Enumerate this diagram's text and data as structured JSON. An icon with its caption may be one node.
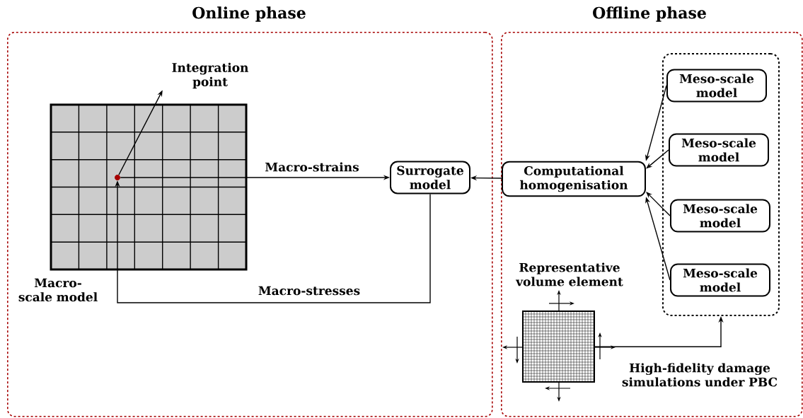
{
  "diagram": {
    "nodes": [
      {
        "text": [
          "Online phase"
        ]
      },
      {
        "text": [
          "Offline phase"
        ]
      },
      {
        "text": [
          "Macro-scale model"
        ],
        "in": 0
      },
      {
        "text": [
          "Integration point"
        ],
        "in": 0
      },
      {
        "text": [],
        "shape": "circle",
        "in": 2
      },
      {
        "text": [
          "Surrogate model"
        ],
        "in": 0
      },
      {
        "text": [
          "Computational homogenisation"
        ],
        "in": 1
      },
      {
        "text": [],
        "shape": "box",
        "in": 1
      },
      {
        "text": [
          "Meso-scale model"
        ],
        "in": 7
      },
      {
        "text": [
          "Meso-scale model"
        ],
        "in": 7
      },
      {
        "text": [
          "Meso-scale model"
        ],
        "in": 7
      },
      {
        "text": [
          "Meso-scale model"
        ],
        "in": 7
      },
      {
        "text": [
          "Representative volume element"
        ],
        "in": 1
      }
    ],
    "edges": [
      {
        "from": 4,
        "to": 3,
        "arrow": "to"
      },
      {
        "from": 4,
        "to": 5,
        "arrow": "to",
        "label": "Macro-strains"
      },
      {
        "from": 5,
        "to": 4,
        "arrow": "to",
        "label": "Macro-stresses"
      },
      {
        "from": 6,
        "to": 5,
        "arrow": "to"
      },
      {
        "from": 8,
        "to": 6,
        "arrow": "to"
      },
      {
        "from": 9,
        "to": 6,
        "arrow": "to"
      },
      {
        "from": 10,
        "to": 6,
        "arrow": "to"
      },
      {
        "from": 11,
        "to": 6,
        "arrow": "to"
      },
      {
        "from": 12,
        "to": 7,
        "arrow": "to",
        "label": "High-fidelity damage simulations under PBC"
      }
    ]
  }
}
